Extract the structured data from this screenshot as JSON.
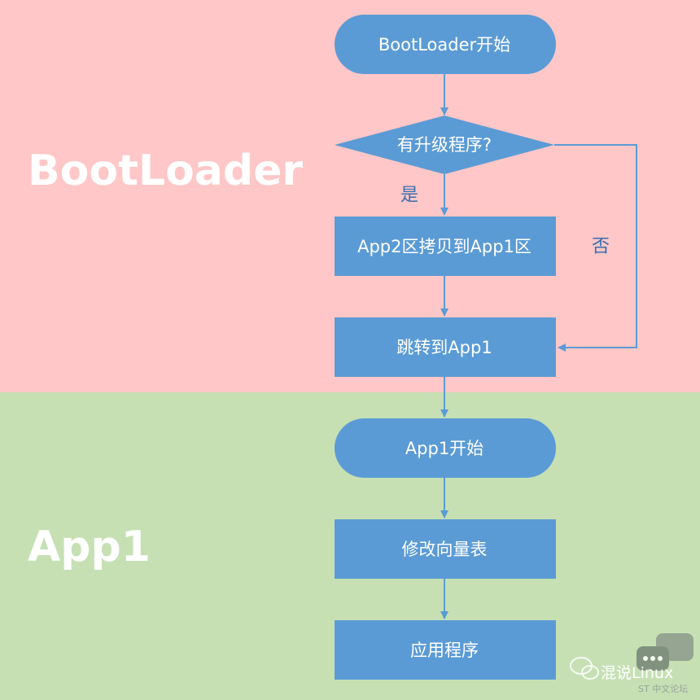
{
  "regions": {
    "top_label": "BootLoader",
    "bottom_label": "App1"
  },
  "nodes": {
    "boot_start": "BootLoader开始",
    "check_upgrade": "有升级程序?",
    "copy_app": "App2区拷贝到App1区",
    "jump_app1": "跳转到App1",
    "app1_start": "App1开始",
    "modify_vector": "修改向量表",
    "app_program": "应用程序"
  },
  "edges": {
    "yes": "是",
    "no": "否"
  },
  "watermark": {
    "text": "混说Linux",
    "subtext": "ST 中文论坛"
  },
  "colors": {
    "node_fill": "#5b9bd5",
    "top_bg": "#ffc7c7",
    "bottom_bg": "#c6e0b4",
    "arrow": "#5b9bd5"
  }
}
